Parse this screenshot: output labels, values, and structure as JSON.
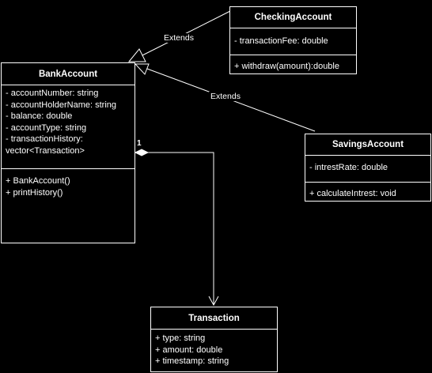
{
  "theme": {
    "background": "#000000",
    "stroke": "#ffffff",
    "text": "#ffffff"
  },
  "classes": {
    "bank_account": {
      "name": "BankAccount",
      "attributes": [
        "- accountNumber: string",
        "- accountHolderName: string",
        "- balance: double",
        "- accountType: string",
        "- transactionHistory:",
        "vector<Transaction>"
      ],
      "methods": [
        "+ BankAccount()",
        "+ printHistory()"
      ]
    },
    "checking_account": {
      "name": "CheckingAccount",
      "attributes": [
        "- transactionFee: double"
      ],
      "methods": [
        "+ withdraw(amount):double"
      ]
    },
    "savings_account": {
      "name": "SavingsAccount",
      "attributes": [
        "- intrestRate: double"
      ],
      "methods": [
        "+ calculateIntrest: void"
      ]
    },
    "transaction": {
      "name": "Transaction",
      "attributes": [
        "+ type: string",
        "+ amount: double",
        "+ timestamp: string"
      ],
      "methods": []
    }
  },
  "relationships": {
    "checking_extends": {
      "label": "Extends",
      "kind": "generalization"
    },
    "savings_extends": {
      "label": "Extends",
      "kind": "generalization"
    },
    "history_composition": {
      "kind": "composition",
      "multiplicity": "1"
    }
  }
}
